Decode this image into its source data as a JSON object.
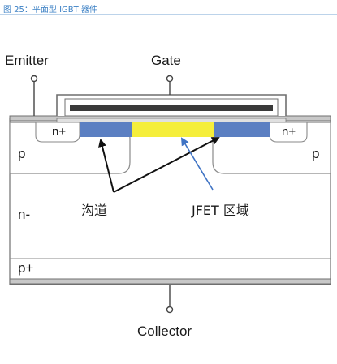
{
  "caption": "图 25：平面型 IGBT 器件",
  "terminals": {
    "emitter": "Emitter",
    "gate": "Gate",
    "collector": "Collector"
  },
  "regions": {
    "n_plus_left": "n+",
    "n_plus_right": "n+",
    "p_left": "p",
    "p_right": "p",
    "n_minus": "n-",
    "p_plus": "p+"
  },
  "annotations": {
    "channel": "沟道",
    "jfet": "JFET 区域"
  },
  "colors": {
    "channel": "#5b7fc2",
    "jfet": "#f5ee3b",
    "gate_bar": "#3a3a3a",
    "arrow_blue": "#3f73c4",
    "caption": "#3a7fc4"
  }
}
